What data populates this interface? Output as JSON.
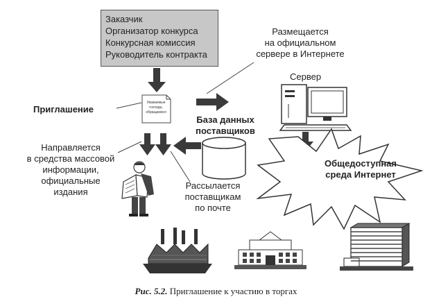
{
  "client_box": {
    "lines": [
      "Заказчик",
      "Организатор конкурса",
      "Конкурсная комиссия",
      "Руководитель контракта"
    ]
  },
  "labels": {
    "posted_on_server": [
      "Размещается",
      "на официальном",
      "сервере в Интернете"
    ],
    "server": "Сервер",
    "invitation": "Приглашение",
    "suppliers_db": [
      "База данных",
      "поставщиков"
    ],
    "public_internet": [
      "Общедоступная",
      "среда Интернет"
    ],
    "mass_media": [
      "Направляется",
      "в средства массовой",
      "информации,",
      "официальные",
      "издания"
    ],
    "mailed": [
      "Рассылается",
      "поставщикам",
      "по почте"
    ],
    "document_text": [
      "Уважаемые",
      "господа,",
      "обращаемся"
    ]
  },
  "caption": {
    "figure": "Рис. 5.2.",
    "text": "Приглашение к участию в торгах"
  },
  "colors": {
    "arrow": "#3a3a3a",
    "box_fill": "#c7c7c7",
    "line": "#555555"
  }
}
